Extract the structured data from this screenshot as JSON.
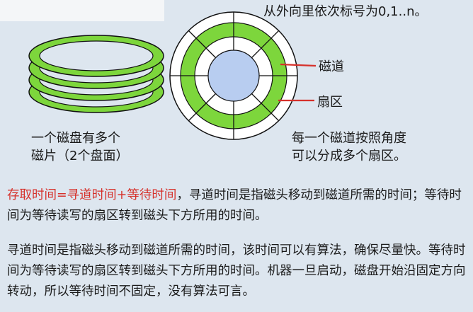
{
  "hint_text": "从外向里依次标号为0,1..n。",
  "disk_caption": {
    "line1": "一个磁盘有多个",
    "line2": "磁片（2个盘面）"
  },
  "labels": {
    "track": "磁道",
    "sector": "扇区"
  },
  "track_caption": {
    "line1": "每一个磁道按照角度",
    "line2": "可以分成多个扇区。"
  },
  "para1": {
    "highlight": "存取时间=寻道时间+等待时间",
    "rest": "，寻道时间是指磁头移动到磁道所需的时间；等待时间为等待读写的扇区转到磁头下方所用的时间。"
  },
  "para2": "寻道时间是指磁头移动到磁道所需的时间，该时间可以有算法，确保尽量快。等待时间为等待读写的扇区转到磁头下方所用的时间。机器一旦启动，磁盘开始沿固定方向转动，所以等待时间不固定，没有算法可言。",
  "colors": {
    "green": "#7dd63c",
    "blue": "#b8cdf0",
    "accent": "#d6312b",
    "background": "#dde6ef"
  }
}
